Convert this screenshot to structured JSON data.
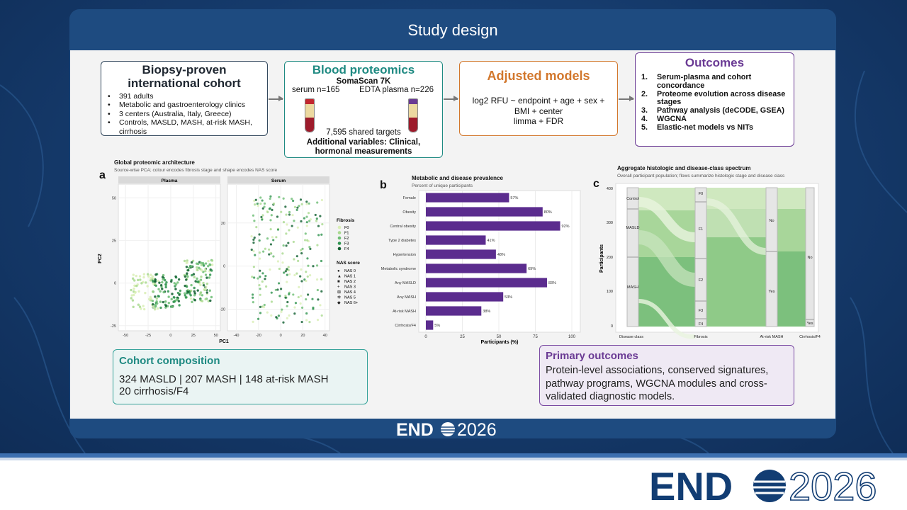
{
  "panel_title": "Study design",
  "cohort": {
    "title_line1": "Biopsy-proven",
    "title_line2": "international cohort",
    "items": [
      "391 adults",
      "Metabolic and gastroenterology clinics",
      "3 centers (Australia, Italy, Greece)",
      "Controls, MASLD, MASH, at-risk MASH, cirrhosis"
    ]
  },
  "blood": {
    "title": "Blood proteomics",
    "platform": "SomaScan 7K",
    "serum": "serum n=165",
    "plasma": "EDTA plasma n=226",
    "shared": "7,595 shared targets",
    "additional": "Additional variables: Clinical, hormonal measurements"
  },
  "adjusted": {
    "title": "Adjusted models",
    "line1": "log2 RFU ~ endpoint + age + sex +",
    "line2": "BMI + center",
    "line3": "limma + FDR"
  },
  "outcomes": {
    "title": "Outcomes",
    "items": [
      {
        "n": "1.",
        "text": "Serum-plasma and cohort concordance"
      },
      {
        "n": "2.",
        "text": "Proteome evolution across disease stages"
      },
      {
        "n": "3.",
        "text": "Pathway analysis (deCODE, GSEA)"
      },
      {
        "n": "4.",
        "text": "WGCNA"
      },
      {
        "n": "5.",
        "text": "Elastic-net models vs NITs"
      }
    ]
  },
  "fig_a": {
    "letter": "a",
    "title": "Global proteomic architecture",
    "subtitle": "Source-wise PCA; colour encodes fibrosis stage and shape encodes NAS score",
    "facet1": "Plasma",
    "facet2": "Serum",
    "xlabel": "PC1",
    "ylabel": "PC2",
    "legend_fibrosis_title": "Fibrosis",
    "legend_fibrosis": [
      "F0",
      "F1",
      "F2",
      "F3",
      "F4"
    ],
    "legend_nas_title": "NAS score",
    "legend_nas": [
      "NAS 0",
      "NAS 1",
      "NAS 2",
      "NAS 3",
      "NAS 4",
      "NAS 5",
      "NAS 6+"
    ],
    "plasma_xticks": [
      "-50",
      "-25",
      "0",
      "25",
      "50"
    ],
    "plasma_yticks": [
      "50",
      "25",
      "0",
      "-25"
    ],
    "serum_xticks": [
      "-40",
      "-20",
      "0",
      "20",
      "40"
    ],
    "serum_yticks": [
      "20",
      "0",
      "-20"
    ],
    "colors": [
      "#d9efb5",
      "#a9d98f",
      "#6cbd73",
      "#2f944f",
      "#0e5e2e"
    ]
  },
  "fig_c": {
    "letter": "c",
    "title": "Aggregate histologic and disease-class spectrum",
    "subtitle": "Overall participant population; flows summarize histologic stage and disease class",
    "ylabel": "Participants",
    "yticks": [
      "400",
      "300",
      "200",
      "100",
      "0"
    ],
    "axes": [
      "Disease class",
      "Fibrosis",
      "At-risk MASH",
      "Cirrhosis/F4"
    ],
    "disease_labels": [
      "Control",
      "MASLD",
      "MASH"
    ],
    "fibrosis_labels": [
      "F0",
      "F1",
      "F2",
      "F3",
      "F4"
    ],
    "atrisk_labels": [
      "No",
      "Yes"
    ],
    "cirrhosis_labels": [
      "No",
      "Yes"
    ]
  },
  "chart_data": {
    "type": "bar",
    "orientation": "horizontal",
    "title": "Metabolic and disease prevalence",
    "subtitle": "Percent of unique participants",
    "xlabel": "Participants (%)",
    "ylabel": "",
    "xlim": [
      0,
      100
    ],
    "xticks": [
      "0",
      "25",
      "50",
      "75",
      "100"
    ],
    "categories": [
      "Female",
      "Obesity",
      "Central obesity",
      "Type 2 diabetes",
      "Hypertension",
      "Metabolic syndrome",
      "Any MASLD",
      "Any MASH",
      "At-risk MASH",
      "Cirrhosis/F4"
    ],
    "values": [
      57,
      80,
      92,
      41,
      48,
      69,
      83,
      53,
      38,
      5
    ],
    "value_labels": [
      "57%",
      "80%",
      "92%",
      "41%",
      "48%",
      "69%",
      "83%",
      "53%",
      "38%",
      "5%"
    ],
    "letter": "b",
    "bar_color": "#5b2c8e"
  },
  "composition": {
    "title": "Cohort composition",
    "line1": "324 MASLD | 207 MASH | 148 at-risk MASH",
    "line2": "20 cirrhosis/F4"
  },
  "primary": {
    "title": "Primary outcomes",
    "text": "Protein-level associations, conserved signatures, pathway programs, WGCNA modules and cross-validated diagnostic models."
  },
  "logo": {
    "word": "END",
    "year": "2026"
  }
}
